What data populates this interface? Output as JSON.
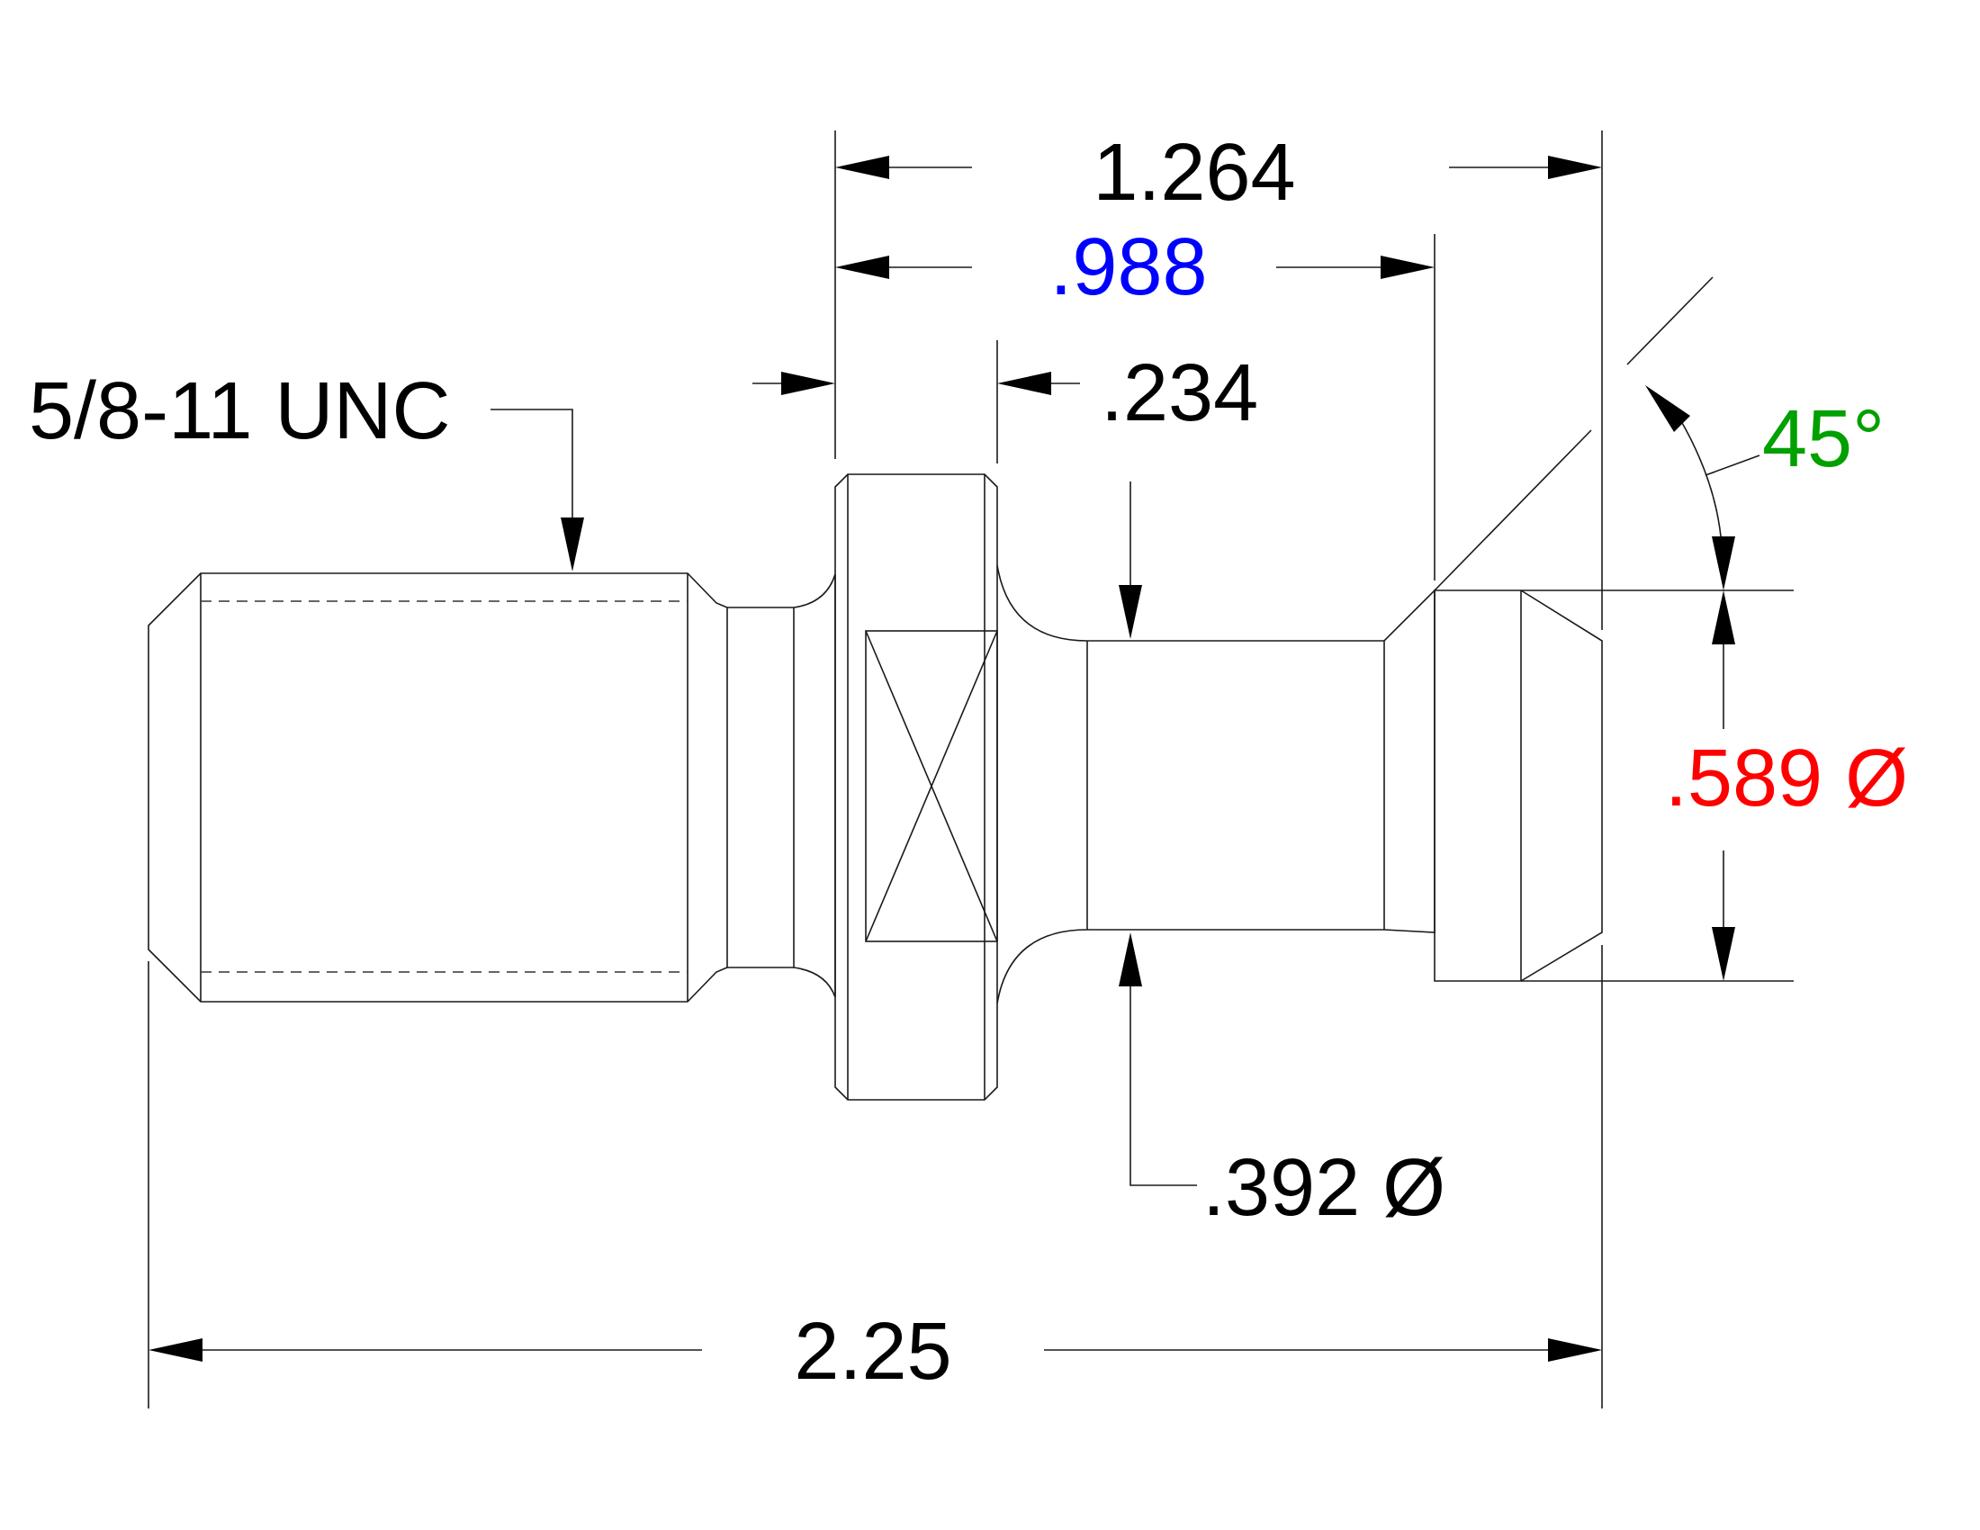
{
  "labels": {
    "thread": "5/8-11 UNC",
    "overall_length": "2.25",
    "length_1264": "1.264",
    "length_988": ".988",
    "flange_width": ".234",
    "neck_diameter": ".392 Ø",
    "head_diameter": ".589 Ø",
    "angle": "45°"
  },
  "colors": {
    "black": "#000000",
    "blue": "#0000ff",
    "red": "#ff0000",
    "green": "#00a000"
  }
}
